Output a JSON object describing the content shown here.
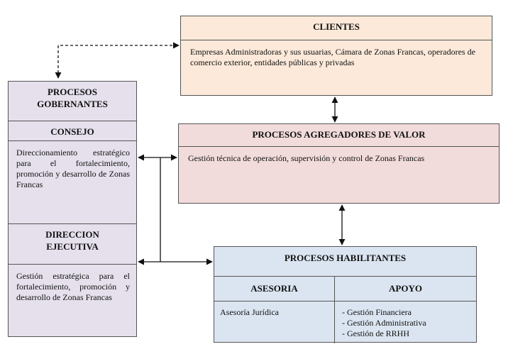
{
  "clientes": {
    "title": "CLIENTES",
    "text": "Empresas Administradoras y sus usuarias, Cámara de Zonas Francas, operadores de comercio exterior, entidades públicas y privadas"
  },
  "gobernantes": {
    "title": "PROCESOS GOBERNANTES",
    "consejo": {
      "title": "CONSEJO",
      "text": "Direccionamiento estratégico para el fortalecimiento, promoción y desarrollo de Zonas Francas"
    },
    "direccion": {
      "title": "DIRECCION EJECUTIVA",
      "text": "Gestión estratégica para el fortalecimiento, promoción y desarrollo de Zonas Francas"
    }
  },
  "agregadores": {
    "title": "PROCESOS AGREGADORES DE VALOR",
    "text": "Gestión técnica de operación, supervisión y control de Zonas Francas"
  },
  "habilitantes": {
    "title": "PROCESOS HABILITANTES",
    "asesoria": {
      "title": "ASESORIA",
      "text": "Asesoría Jurídica"
    },
    "apoyo": {
      "title": "APOYO",
      "items": [
        "- Gestión Financiera",
        "- Gestión Administrativa",
        "- Gestión de RRHH"
      ]
    }
  },
  "colors": {
    "clientes_bg": "#fce9d9",
    "gobernantes_bg": "#e5e0ec",
    "agregadores_bg": "#f2dbdb",
    "habilitantes_bg": "#dbe5f1",
    "border": "#555555"
  }
}
